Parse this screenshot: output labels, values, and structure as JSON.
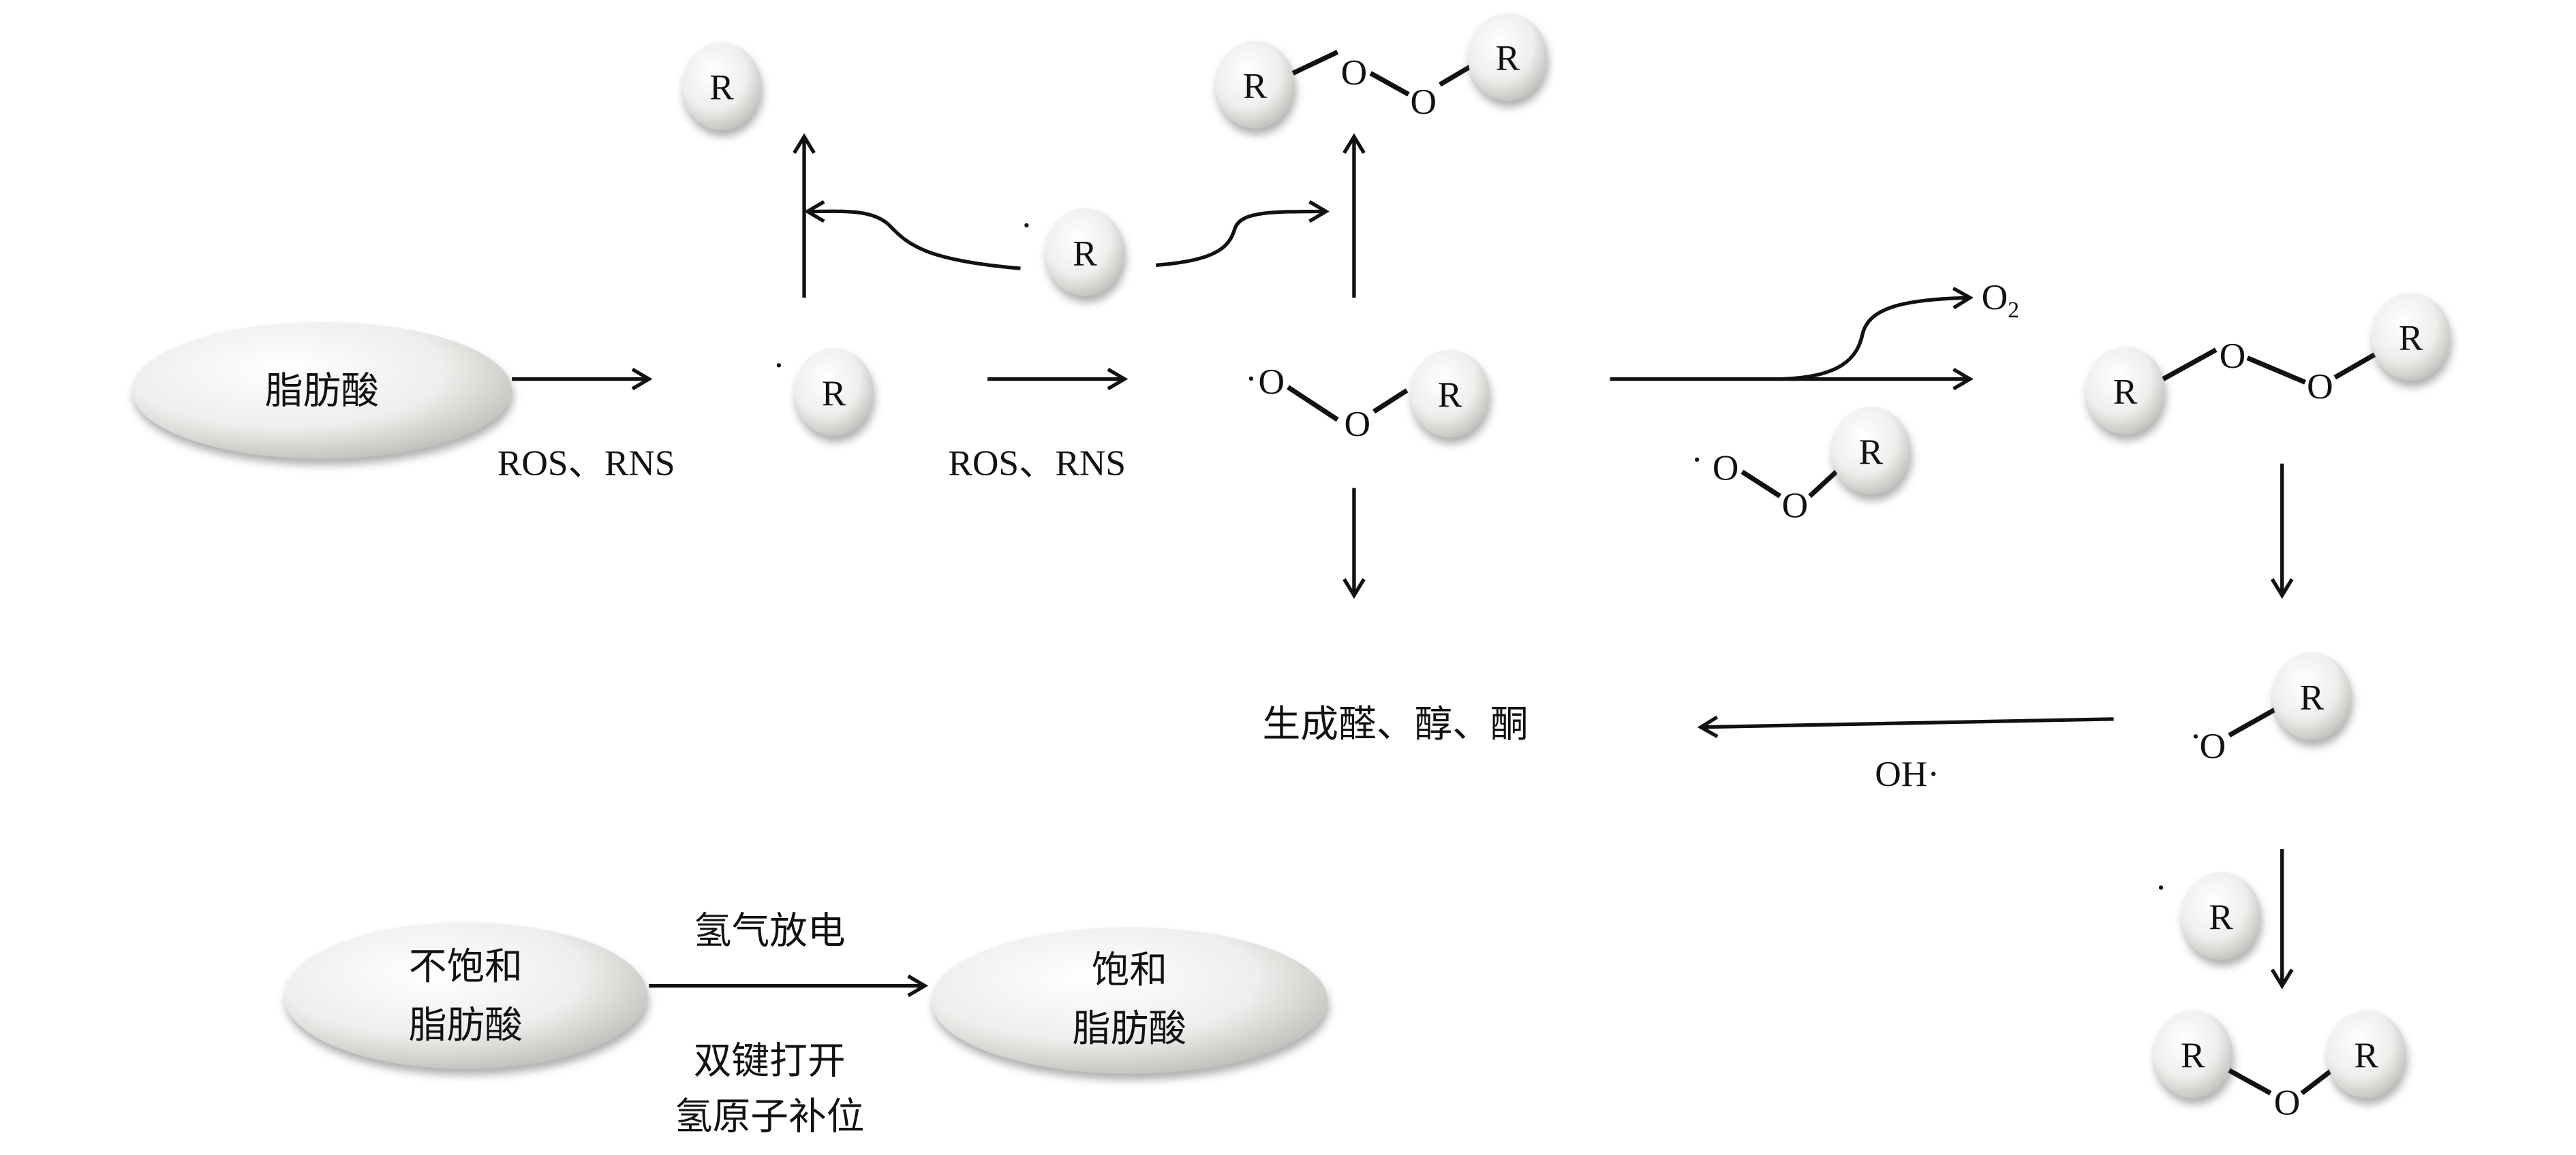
{
  "nodes": {
    "fatty_acid": "脂肪酸",
    "unsaturated_line1": "不饱和",
    "unsaturated_line2": "脂肪酸",
    "saturated_line1": "饱和",
    "saturated_line2": "脂肪酸",
    "products": "生成醛、醇、酮"
  },
  "labels": {
    "ros_rns_1": "ROS、RNS",
    "ros_rns_2": "ROS、RNS",
    "oh_radical": "OH·",
    "o2": "O",
    "o2_sub": "2",
    "hydrogen_discharge": "氢气放电",
    "double_bond_open": "双键打开",
    "hydrogen_fill": "氢原子补位"
  },
  "atoms": {
    "R": "R",
    "O": "O",
    "dot": "·"
  },
  "colors": {
    "ball_light": "#ffffff",
    "ball_dark": "#c9c9c6",
    "line": "#111111"
  }
}
